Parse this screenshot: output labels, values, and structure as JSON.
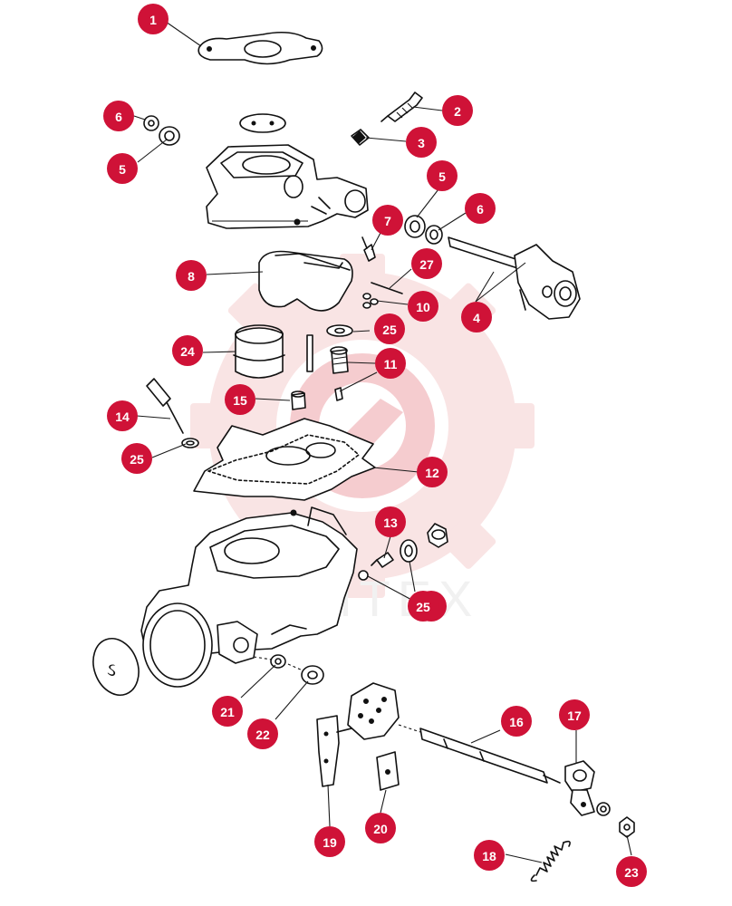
{
  "colors": {
    "callout": "#cf1237",
    "callout_text": "#ffffff",
    "line": "#111111",
    "watermark": "#f7d9da"
  },
  "callouts": [
    "1",
    "2",
    "3",
    "4",
    "5",
    "5",
    "6",
    "6",
    "7",
    "8",
    "10",
    "11",
    "12",
    "13",
    "14",
    "15",
    "16",
    "17",
    "18",
    "19",
    "20",
    "21",
    "22",
    "23",
    "24",
    "25",
    "25",
    "25",
    "25",
    "27"
  ],
  "watermark": {
    "icon": "gear-logo-icon"
  }
}
